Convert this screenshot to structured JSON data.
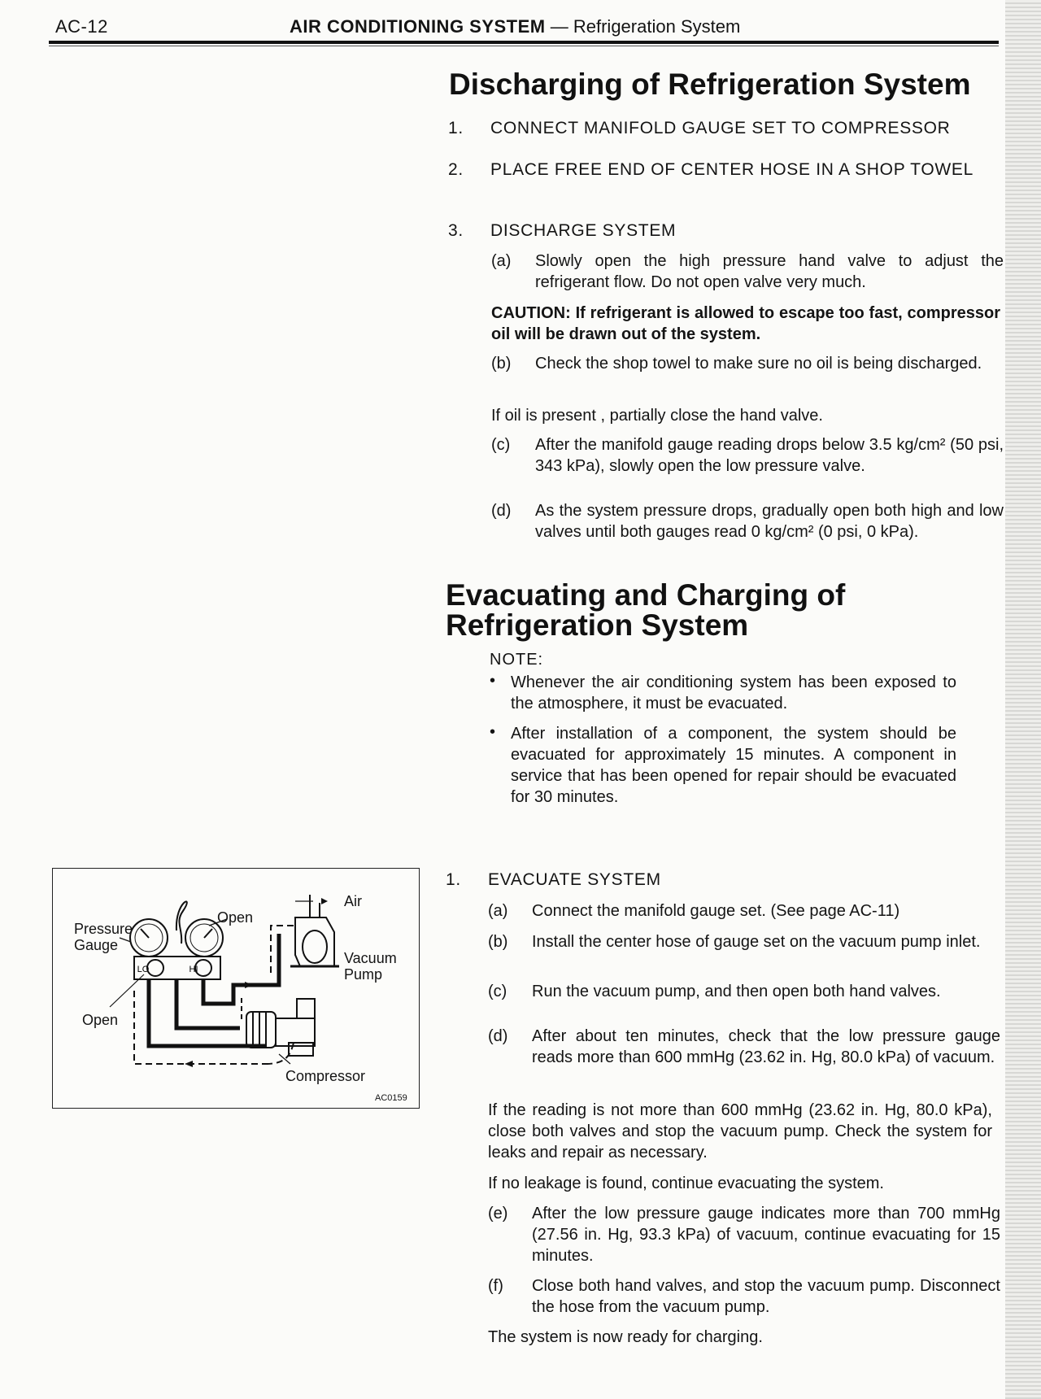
{
  "header": {
    "page_number": "AC-12",
    "section": "AIR CONDITIONING SYSTEM",
    "separator": "—",
    "subsection": "Refrigeration System"
  },
  "discharging": {
    "title": "Discharging of Refrigeration System",
    "steps": [
      {
        "num": "1.",
        "text": "CONNECT MANIFOLD GAUGE SET TO COMPRESSOR"
      },
      {
        "num": "2.",
        "text": "PLACE FREE END OF CENTER HOSE IN A SHOP TOWEL"
      },
      {
        "num": "3.",
        "text": "DISCHARGE SYSTEM"
      }
    ],
    "items": [
      {
        "label": "(a)",
        "text": "Slowly open the high pressure hand valve to adjust the refrigerant flow. Do not open valve very much."
      },
      {
        "label": "(b)",
        "text": "Check the shop towel to make sure no oil is being discharged."
      },
      {
        "label": "(c)",
        "text": "After the manifold gauge reading drops below 3.5 kg/cm² (50 psi, 343 kPa), slowly open the low pressure valve."
      },
      {
        "label": "(d)",
        "text": "As the system pressure drops, gradually open both high and low valves until both gauges read 0 kg/cm² (0 psi, 0 kPa)."
      }
    ],
    "caution": "CAUTION:  If refrigerant is allowed to escape too fast, compressor oil will be drawn out of the system.",
    "oil_note": "If oil is present , partially close the hand valve."
  },
  "evacuating": {
    "title_line1": "Evacuating and Charging of",
    "title_line2": "Refrigeration System",
    "note_label": "NOTE:",
    "notes": [
      "Whenever the air conditioning system has been exposed to the atmosphere, it must be evacuated.",
      "After installation of a component, the system should be evacuated for approximately 15 minutes. A component in service that has been opened for repair should be evacuated for 30 minutes."
    ],
    "step1": {
      "num": "1.",
      "text": "EVACUATE SYSTEM"
    },
    "items_a_d": [
      {
        "label": "(a)",
        "text": "Connect the manifold gauge set. (See page AC-11)"
      },
      {
        "label": "(b)",
        "text": "Install the center hose of gauge set on the vacuum pump inlet."
      },
      {
        "label": "(c)",
        "text": "Run the vacuum pump, and then open both hand valves."
      },
      {
        "label": "(d)",
        "text": "After about ten minutes, check that the low pressure gauge reads more than 600 mmHg (23.62 in. Hg, 80.0 kPa) of vacuum."
      }
    ],
    "reading_note": "If the reading is not more than 600 mmHg (23.62 in. Hg, 80.0 kPa), close both valves and stop the vacuum pump. Check the system for leaks and repair as necessary.",
    "no_leak_note": "If no leakage is found, continue evacuating the system.",
    "items_e_f": [
      {
        "label": "(e)",
        "text": "After the low pressure gauge indicates more than 700 mmHg (27.56 in. Hg, 93.3 kPa) of vacuum, continue evacuating for 15 minutes."
      },
      {
        "label": "(f)",
        "text": "Close both hand valves, and stop the vacuum pump. Disconnect the hose from the vacuum pump."
      }
    ],
    "ready_note": "The system is now ready for charging."
  },
  "figure": {
    "labels": {
      "pressure": "Pressure",
      "gauge": "Gauge",
      "open_top": "Open",
      "open_left": "Open",
      "air": "Air",
      "vacuum": "Vacuum",
      "pump": "Pump",
      "compressor": "Compressor",
      "gauge_lo": "LO",
      "gauge_hi": "HI",
      "code": "AC0159"
    }
  }
}
